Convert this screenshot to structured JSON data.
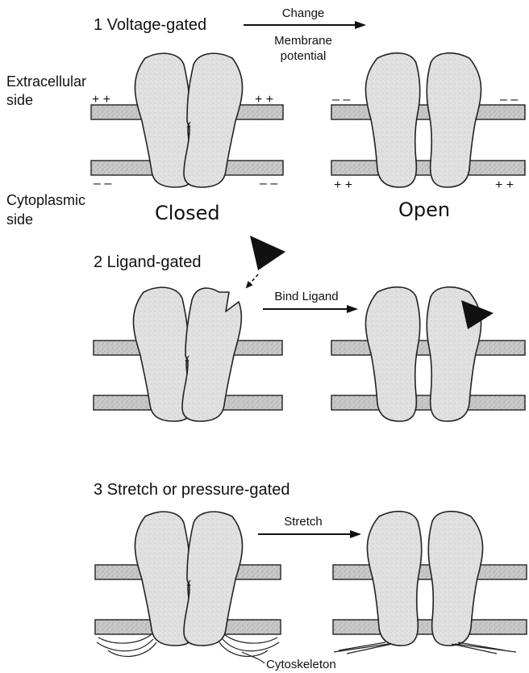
{
  "sections": [
    {
      "title": "1 Voltage-gated",
      "arrow_top": "Change",
      "arrow_bottom_1": "Membrane",
      "arrow_bottom_2": "potential"
    },
    {
      "title": "2 Ligand-gated",
      "arrow_top": "Bind Ligand"
    },
    {
      "title": "3 Stretch or pressure-gated",
      "arrow_top": "Stretch"
    }
  ],
  "labels": {
    "extracellular_1": "Extracellular",
    "extracellular_2": "side",
    "cytoplasmic_1": "Cytoplasmic",
    "cytoplasmic_2": "side",
    "closed": "Closed",
    "open": "Open",
    "cytoskeleton": "Cytoskeleton"
  },
  "charges": {
    "closed_top_left": "+ +",
    "closed_top_right": "+ +",
    "closed_bottom_left": "– –",
    "closed_bottom_right": "– –",
    "open_top_left": "– –",
    "open_top_right": "– –",
    "open_bottom_left": "+ +",
    "open_bottom_right": "+ +"
  }
}
